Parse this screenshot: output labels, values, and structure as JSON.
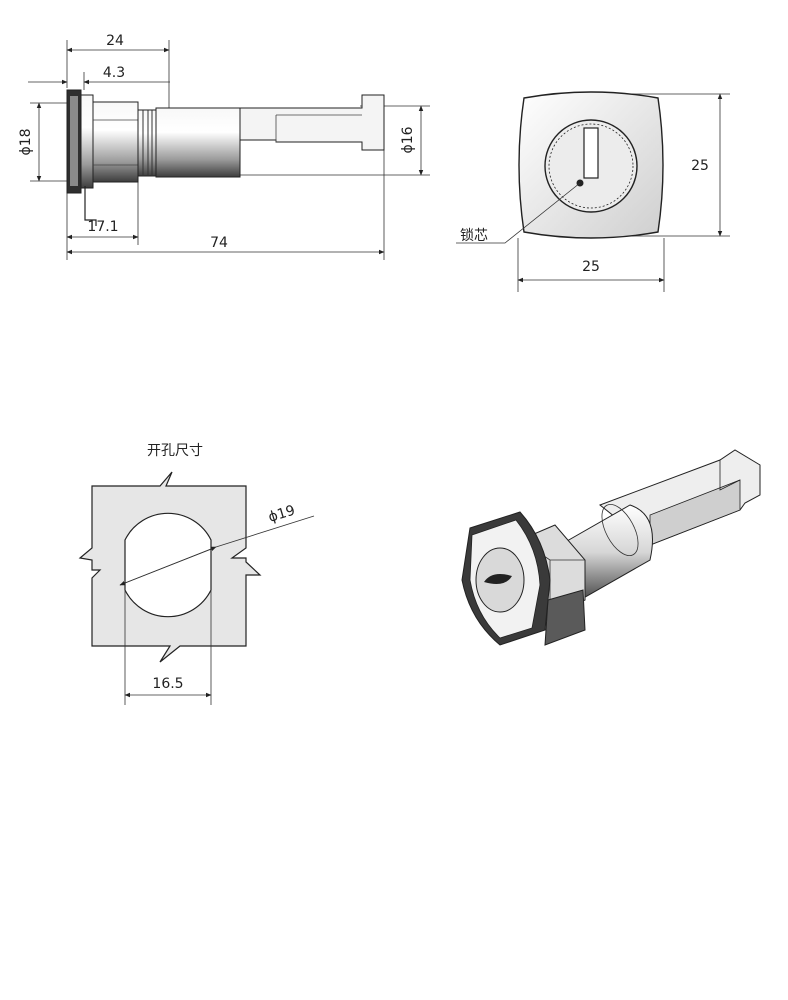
{
  "side_view": {
    "dim_total_depth_upper": "24",
    "dim_flange": "4.3",
    "dim_body_diameter": "ϕ18",
    "dim_cam_diameter": "ϕ16",
    "dim_mount_depth": "17.1",
    "dim_total_length": "74"
  },
  "front_view": {
    "dim_height": "25",
    "dim_width": "25",
    "callout_lock_cylinder": "锁芯"
  },
  "cutout": {
    "title": "开孔尺寸",
    "dim_hole_diameter": "ϕ19",
    "dim_flat_width": "16.5"
  },
  "colors": {
    "line": "#222222",
    "panel_fill": "#e6e6e6",
    "metal_light": "#f4f4f4",
    "metal_dark": "#3a3a3a"
  }
}
